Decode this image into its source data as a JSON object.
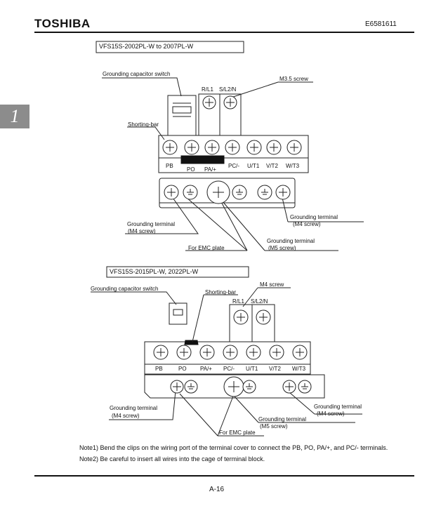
{
  "header": {
    "brand": "TOSHIBA",
    "doc_number": "E6581611"
  },
  "side_tab": {
    "number": "1"
  },
  "diagram1": {
    "model_title": "VFS15S-2002PL-W to 2007PL-W",
    "labels": {
      "cap_switch": "Grounding capacitor switch",
      "m35": "M3.5 screw",
      "rl1": "R/L1",
      "sl2": "S/L2/N",
      "shorting": "Shorting-bar",
      "gt_m4_right": "Grounding terminal",
      "gt_m4_right_sub": "(M4 screw)",
      "gt_m4_left": "Grounding terminal",
      "gt_m4_left_sub": "(M4 screw)",
      "gt_m5": "Grounding terminal",
      "gt_m5_sub": "(M5 screw)",
      "emc": "For EMC plate"
    },
    "terminals": [
      "PB",
      "PO",
      "PA/+",
      "PC/-",
      "U/T1",
      "V/T2",
      "W/T3"
    ]
  },
  "diagram2": {
    "model_title": "VFS15S-2015PL-W, 2022PL-W",
    "labels": {
      "cap_switch": "Grounding capacitor switch",
      "shorting": "Shorting-bar",
      "m4": "M4 screw",
      "rl1": "R/L1",
      "sl2": "S/L2/N",
      "gt_left": "Grounding terminal",
      "gt_left_sub": "(M4 screw)",
      "gt_right": "Grounding terminal",
      "gt_right_sub": "(M4 screw)",
      "gt_m5": "Grounding terminal",
      "gt_m5_sub": "(M5 screw)",
      "emc": "For EMC plate"
    },
    "terminals": [
      "PB",
      "PO",
      "PA/+",
      "PC/-",
      "U/T1",
      "V/T2",
      "W/T3"
    ]
  },
  "notes": {
    "note1": "Note1) Bend the clips on the wiring port of the terminal cover to connect the PB, PO, PA/+, and PC/- terminals.",
    "note2": "Note2) Be careful to insert all wires into the cage of terminal block."
  },
  "footer": {
    "page": "A-16"
  }
}
